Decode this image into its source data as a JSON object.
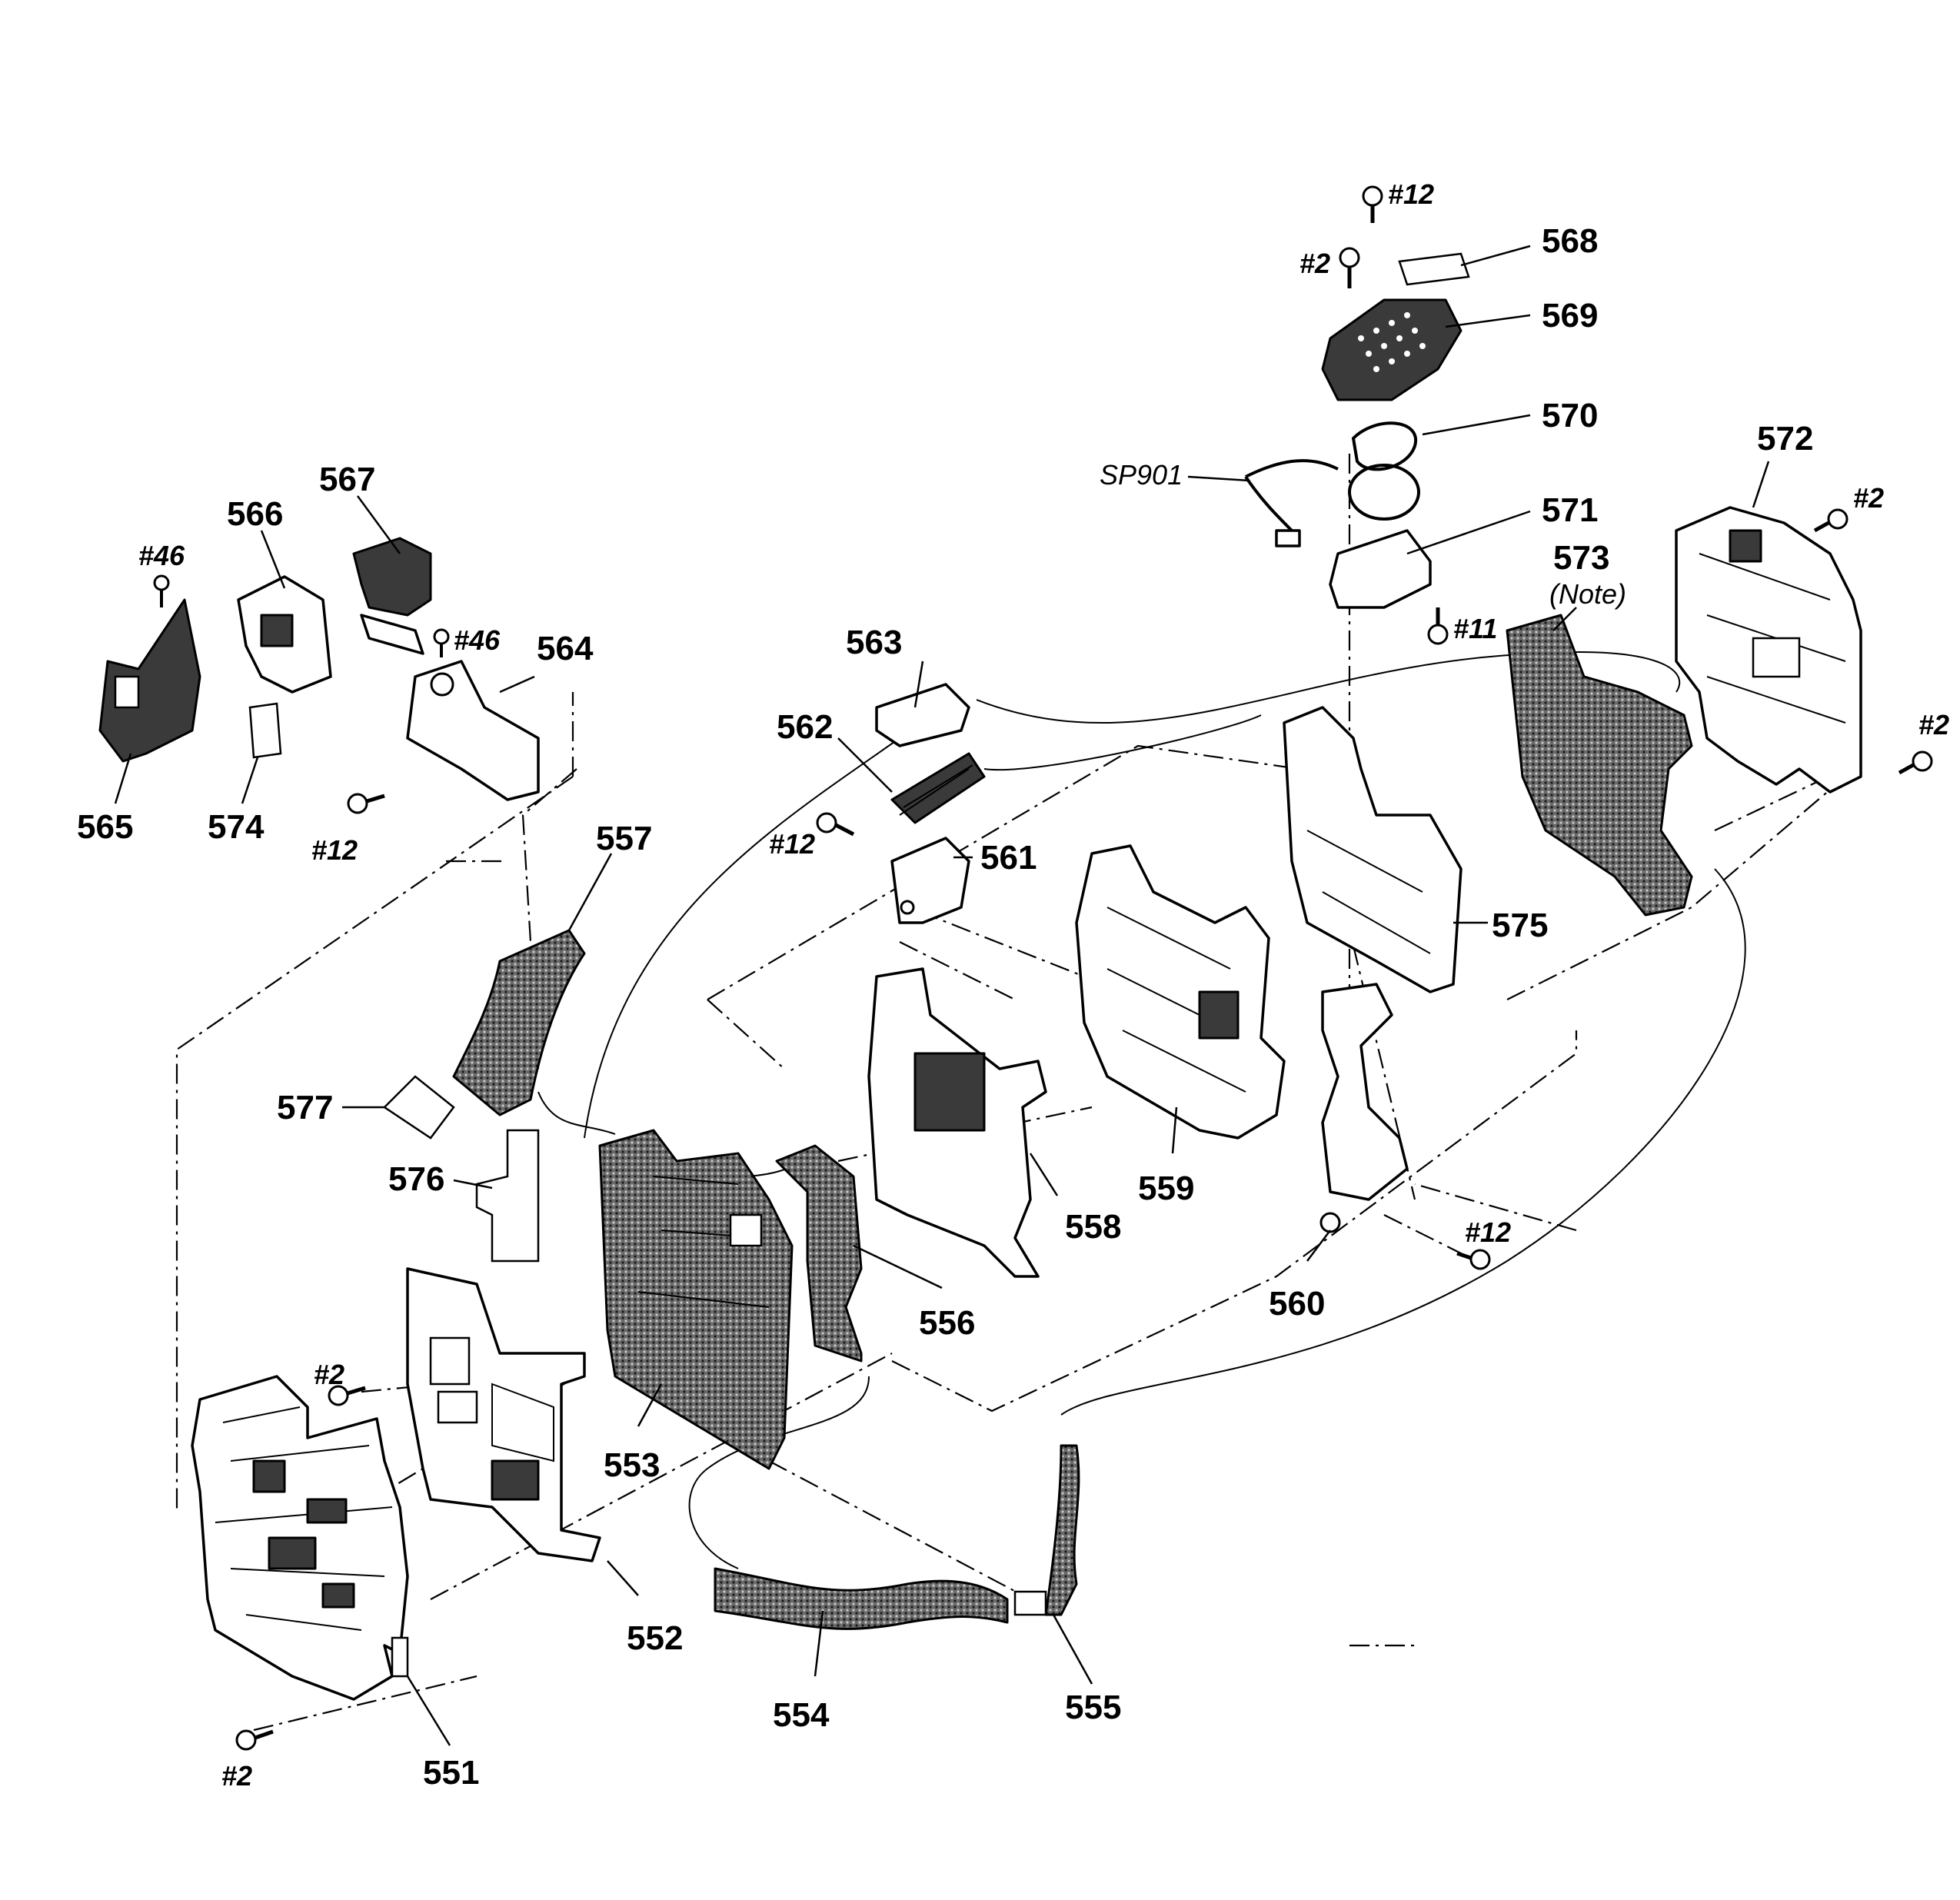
{
  "diagram": {
    "part_numbers": [
      "551",
      "552",
      "553",
      "554",
      "555",
      "556",
      "557",
      "558",
      "559",
      "560",
      "561",
      "562",
      "563",
      "564",
      "565",
      "566",
      "567",
      "568",
      "569",
      "570",
      "571",
      "572",
      "573",
      "574",
      "575",
      "576",
      "577"
    ],
    "note_label": "(Note)",
    "reference_labels": [
      "SP901"
    ],
    "screw_labels": [
      "#12",
      "#2",
      "#11",
      "#2",
      "#2",
      "#46",
      "#46",
      "#12",
      "#12",
      "#12",
      "#2",
      "#2"
    ]
  },
  "colors": {
    "ink": "#000000",
    "paper": "#ffffff",
    "shade": "#3a3a3a"
  }
}
